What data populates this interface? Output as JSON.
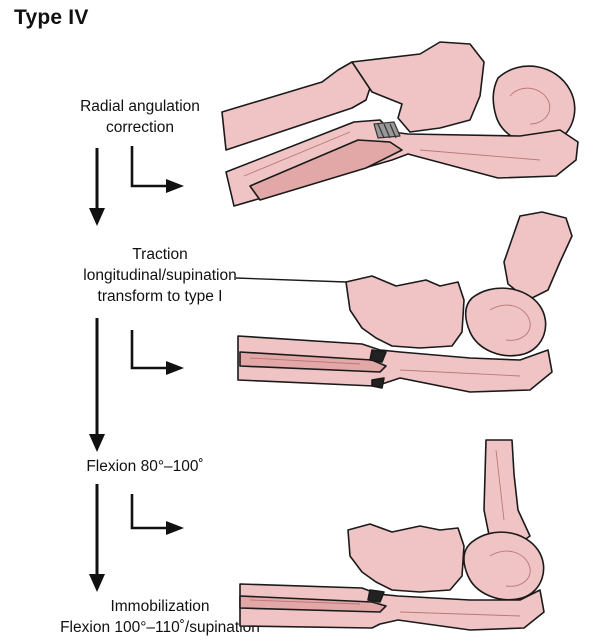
{
  "figure": {
    "title": "Type IV",
    "steps": [
      {
        "lines": [
          "Radial angulation",
          "correction"
        ]
      },
      {
        "lines": [
          "Traction",
          "longitudinal/supination",
          "transform to type I"
        ]
      },
      {
        "lines": [
          "Flexion 80°–100˚"
        ]
      },
      {
        "lines": [
          "Immobilization",
          "Flexion 100°–110˚/supination"
        ]
      }
    ]
  },
  "colors": {
    "bone": "#f0c4c4",
    "bone_dark": "#e2a7a7",
    "outline": "#1a1a1a",
    "arrow": "#111111"
  }
}
